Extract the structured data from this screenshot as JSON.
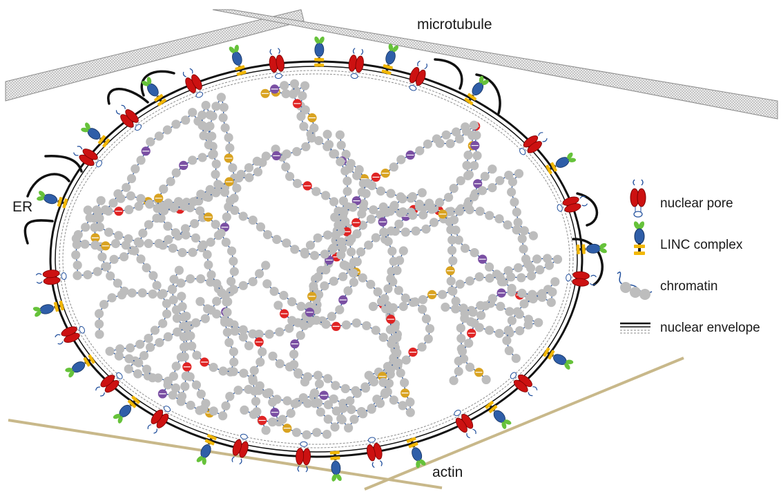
{
  "labels": {
    "microtubule": "microtubule",
    "er": "ER",
    "actin": "actin"
  },
  "legend": {
    "nuclear_pore": "nuclear pore",
    "linc_complex": "LINC complex",
    "chromatin": "chromatin",
    "nuclear_envelope": "nuclear envelope"
  },
  "colors": {
    "chromatin_bead": "#bdbdbd",
    "chromatin_linker": "#1f4e9c",
    "pore_red": "#cc1111",
    "linc_blue": "#2f5ea8",
    "linc_green": "#66c23a",
    "linc_yellow": "#f2b705",
    "mark_orange": "#d9a321",
    "mark_purple": "#7a4fa3",
    "mark_red": "#e02424",
    "envelope": "#111111",
    "actin": "#c8b88a",
    "microtubule_fill": "#e6e6e6"
  },
  "icons": [
    "nuclear-pore-icon",
    "linc-complex-icon",
    "chromatin-icon",
    "nuclear-envelope-icon"
  ]
}
